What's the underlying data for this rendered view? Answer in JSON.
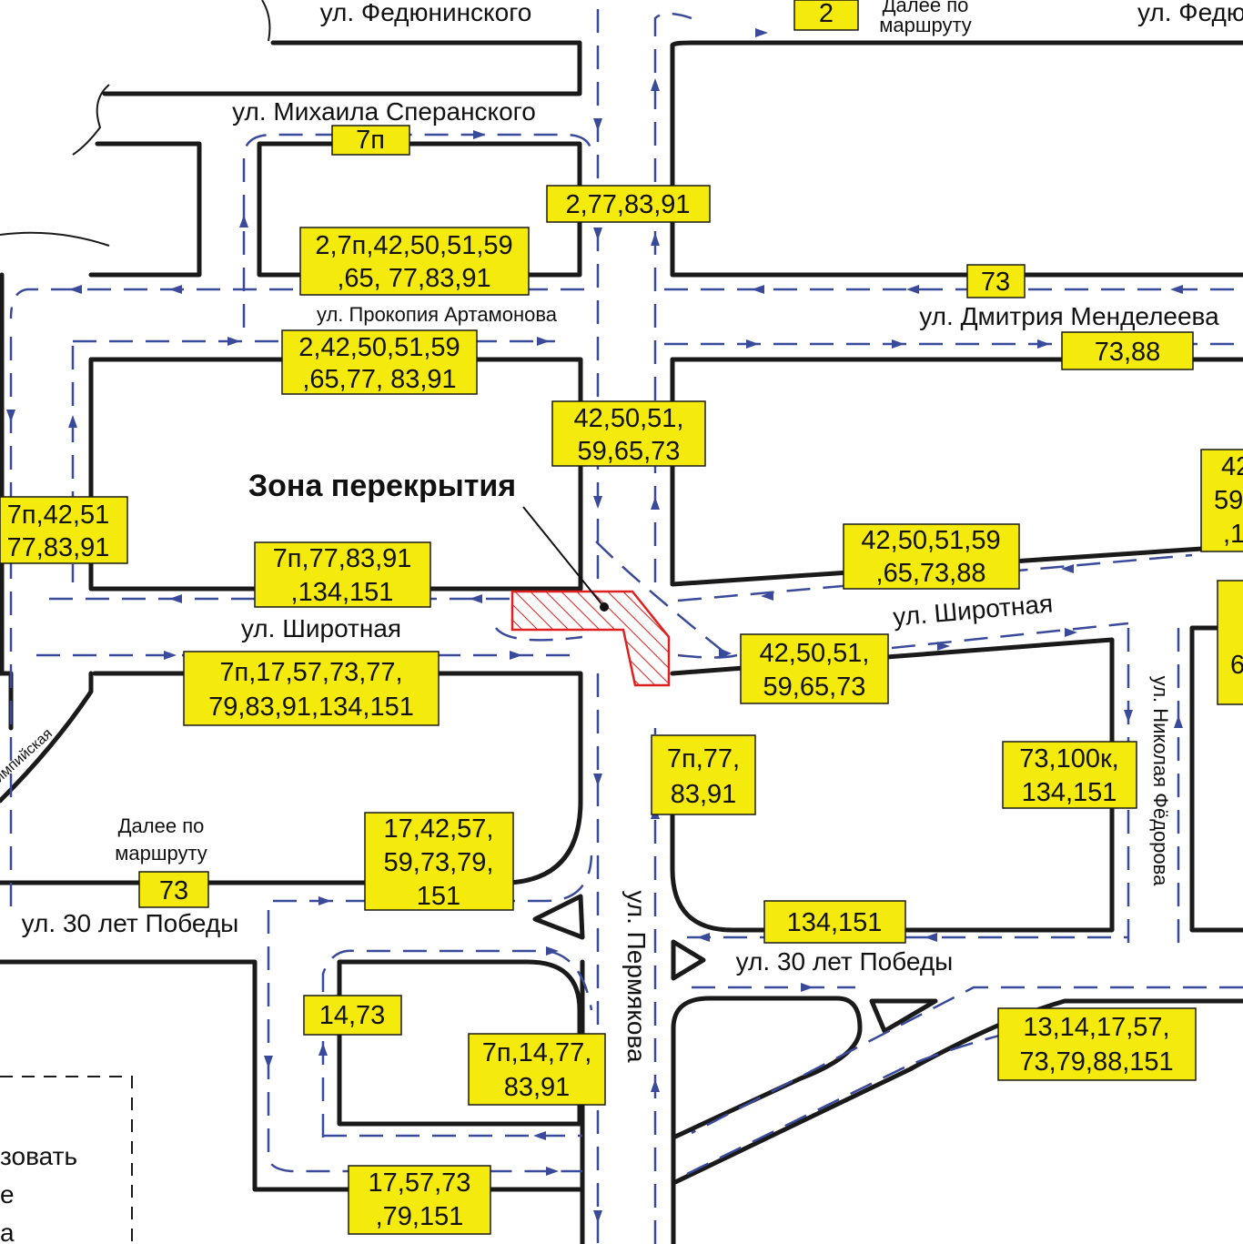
{
  "zone_title": "Зона перекрытия",
  "streets": {
    "fedyuninskogo": "ул. Федюнинского",
    "fedyuninskogo_right": "ул. Федю",
    "speranskogo": "ул. Михаила Сперанского",
    "artamonova": "ул. Прокопия Артамонова",
    "mendeleeva": "ул. Дмитрия Менделеева",
    "shirotnaya_left": "ул. Широтная",
    "shirotnaya_right": "ул. Широтная",
    "olimpiyskaya": "..лимпийская",
    "pobedy_left": "ул. 30 лет Победы",
    "pobedy_right": "ул. 30 лет Победы",
    "permyakova": "ул. Пермякова",
    "fedorova": "ул. Николая Фёдорова"
  },
  "notes": {
    "further_top": [
      "Далее по",
      "маршруту"
    ],
    "further_left": [
      "Далее по",
      "маршруту"
    ],
    "cut_text": [
      "зовать",
      "е",
      "а"
    ]
  },
  "route_labels": {
    "r_2": "2",
    "r_7p": "7п",
    "r_27783": "2,77,83,91",
    "r_big1": [
      "2,7п,42,50,51,59",
      ",65, 77,83,91"
    ],
    "r_73top": "73",
    "r_big2": [
      "2,42,50,51,59",
      ",65,77, 83,91"
    ],
    "r_7388": "73,88",
    "r_42c": [
      "42,50,51,",
      "59,65,73"
    ],
    "r_left42": [
      "7п,42,51",
      "77,83,91"
    ],
    "r_edge42": [
      "42",
      "59",
      ",1"
    ],
    "r_shir1": [
      "42,50,51,59",
      ",65,73,88"
    ],
    "r_7p77": [
      "7п,77,83,91",
      ",134,151"
    ],
    "r_7p17": [
      "7п,17,57,73,77,",
      "79,83,91,134,151"
    ],
    "r_42d": [
      "42,50,51,",
      "59,65,73"
    ],
    "r_edge6": "6",
    "r_7p7783": [
      "7п,77,",
      "83,91"
    ],
    "r_73100": [
      "73,100к,",
      "134,151"
    ],
    "r_1742": [
      "17,42,57,",
      "59,73,79,",
      "151"
    ],
    "r_73left": "73",
    "r_134": "134,151",
    "r_1473": "14,73",
    "r_7p14": [
      "7п,14,77,",
      "83,91"
    ],
    "r_1314": [
      "13,14,17,57,",
      "73,79,88,151"
    ],
    "r_1757": [
      "17,57,73",
      ",79,151"
    ]
  },
  "colors": {
    "label_fill": "#f4ea0c",
    "road": "#1a1a1a",
    "route_arrow": "#3a4a9a",
    "closure_zone": "#e02020"
  }
}
